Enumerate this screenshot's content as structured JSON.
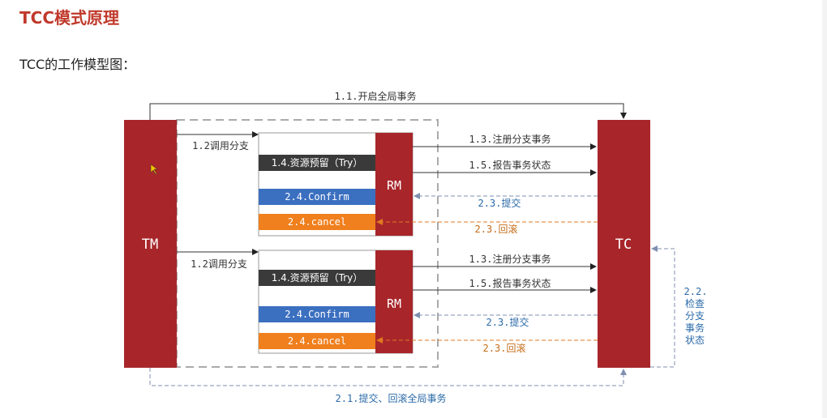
{
  "page": {
    "title": "TCC模式原理",
    "subtitle": "TCC的工作模型图："
  },
  "colors": {
    "title": "#c0392b",
    "block": "#a8262a",
    "try": "#3a3a3a",
    "confirm": "#3b6fc0",
    "cancel": "#f07f1d",
    "blue_text": "#2a6aa8",
    "orange_text": "#c56d18",
    "dashed": "#7f8fb0"
  },
  "diagram": {
    "tm_label": "TM",
    "tc_label": "TC",
    "global_start": "1.1.开启全局事务",
    "global_end": "2.1.提交、回滚全局事务",
    "check_status": [
      "2.2.",
      "检查",
      "分支",
      "事务",
      "状态"
    ],
    "branches": [
      {
        "call": "1.2调用分支",
        "rm": "RM",
        "try": "1.4.资源预留（Try）",
        "confirm": "2.4.Confirm",
        "cancel": "2.4.cancel",
        "register": "1.3.注册分支事务",
        "report": "1.5.报告事务状态",
        "commit": "2.3.提交",
        "rollback": "2.3.回滚"
      },
      {
        "call": "1.2调用分支",
        "rm": "RM",
        "try": "1.4.资源预留（Try）",
        "confirm": "2.4.Confirm",
        "cancel": "2.4.cancel",
        "register": "1.3.注册分支事务",
        "report": "1.5.报告事务状态",
        "commit": "2.3.提交",
        "rollback": "2.3.回滚"
      }
    ]
  }
}
